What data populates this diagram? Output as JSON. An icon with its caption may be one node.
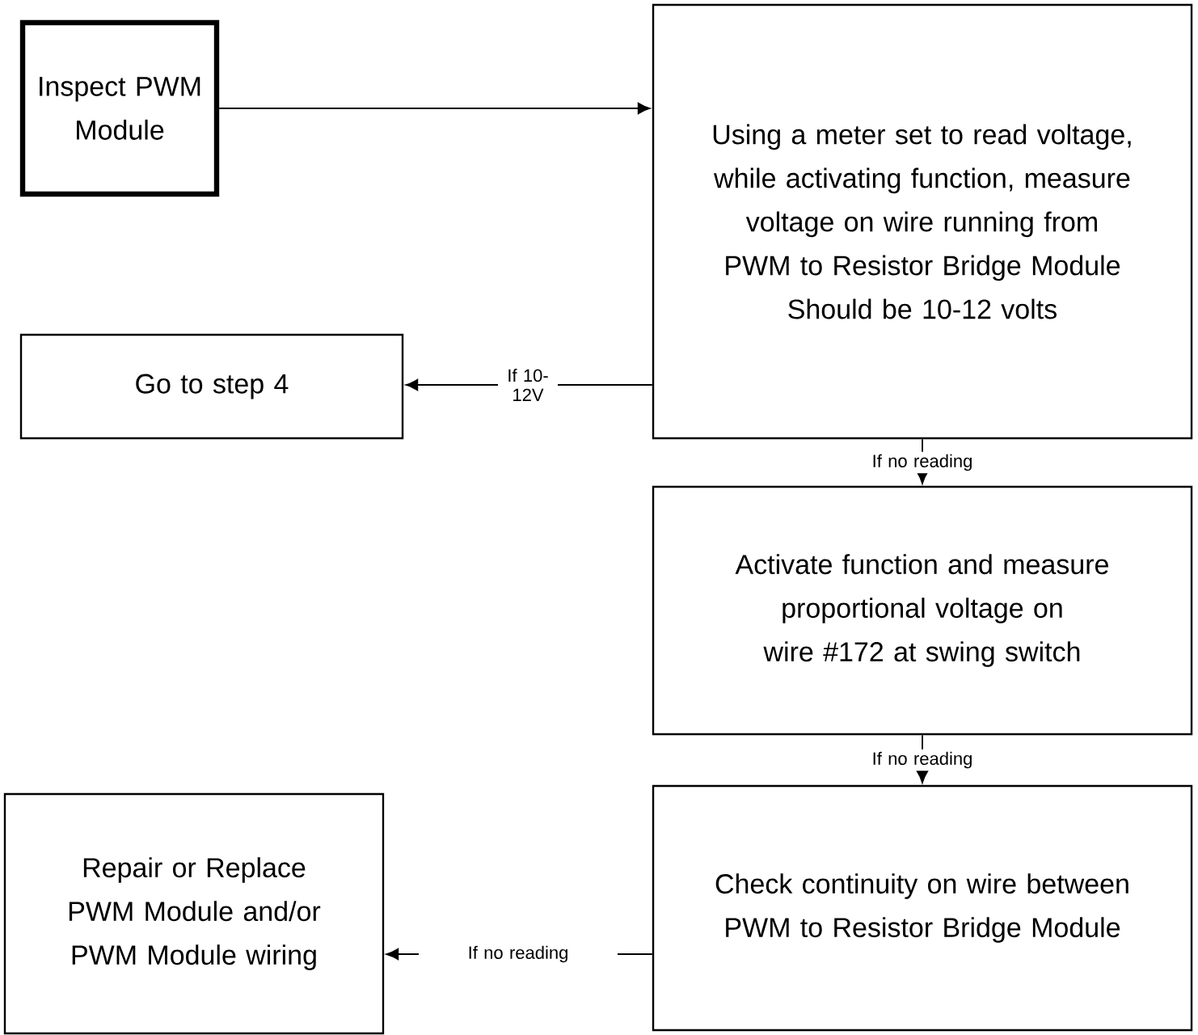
{
  "diagram": {
    "nodes": [
      {
        "text": [
          "Inspect PWM Module"
        ]
      },
      {
        "text": [
          "Using a meter set to read voltage, while activating function, measure voltage on wire running from PWM to Resistor Bridge Module",
          "Should be 10-12 volts"
        ]
      },
      {
        "text": [
          "Go to step 4"
        ]
      },
      {
        "text": [
          "Activate function and measure proportional voltage on wire #172 at swing switch"
        ]
      },
      {
        "text": [
          "Repair or Replace PWM Module and/or PWM Module wiring"
        ]
      },
      {
        "text": [
          "Check continuity on wire between PWM to Resistor Bridge Module"
        ]
      }
    ],
    "edges": [
      {
        "from": 0,
        "to": 1,
        "arrow": "to"
      },
      {
        "from": 1,
        "to": 2,
        "arrow": "to",
        "label": "If 10-12V"
      },
      {
        "from": 1,
        "to": 3,
        "arrow": "to",
        "label": "If no reading"
      },
      {
        "from": 3,
        "to": 5,
        "arrow": "to",
        "label": "If no reading"
      },
      {
        "from": 5,
        "to": 4,
        "arrow": "to",
        "label": "If no reading"
      }
    ]
  }
}
